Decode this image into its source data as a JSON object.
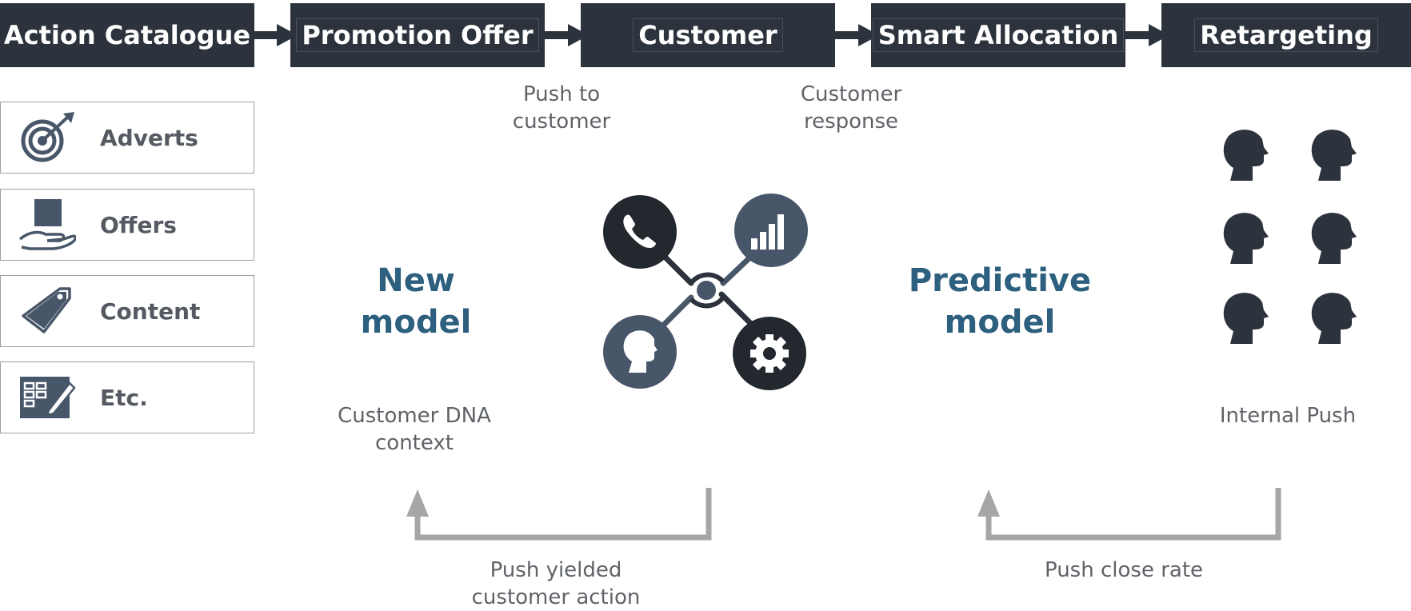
{
  "process_steps": [
    {
      "label": "Action Catalogue"
    },
    {
      "label": "Promotion Offer"
    },
    {
      "label": "Customer"
    },
    {
      "label": "Smart Allocation"
    },
    {
      "label": "Retargeting"
    }
  ],
  "catalogue": [
    {
      "label": "Adverts",
      "icon": "target-icon"
    },
    {
      "label": "Offers",
      "icon": "hand-box-icon"
    },
    {
      "label": "Content",
      "icon": "tag-icon"
    },
    {
      "label": "Etc.",
      "icon": "board-pen-icon"
    }
  ],
  "captions": {
    "push_to_customer": "Push to\ncustomer",
    "customer_response": "Customer\nresponse",
    "customer_dna": "Customer DNA\ncontext",
    "internal_push": "Internal Push",
    "push_yielded": "Push yielded\ncustomer action",
    "push_close_rate": "Push close rate"
  },
  "models": {
    "new_model": "New\nmodel",
    "predictive_model": "Predictive\nmodel"
  },
  "hub_icons": [
    "phone-icon",
    "bar-chart-icon",
    "person-head-icon",
    "gear-icon"
  ],
  "colors": {
    "dark": "#2d333d",
    "slate": "#48566a",
    "accent_text": "#2d5f7e",
    "caption": "#5f6368",
    "feedback_arrow": "#a6a6a6"
  }
}
